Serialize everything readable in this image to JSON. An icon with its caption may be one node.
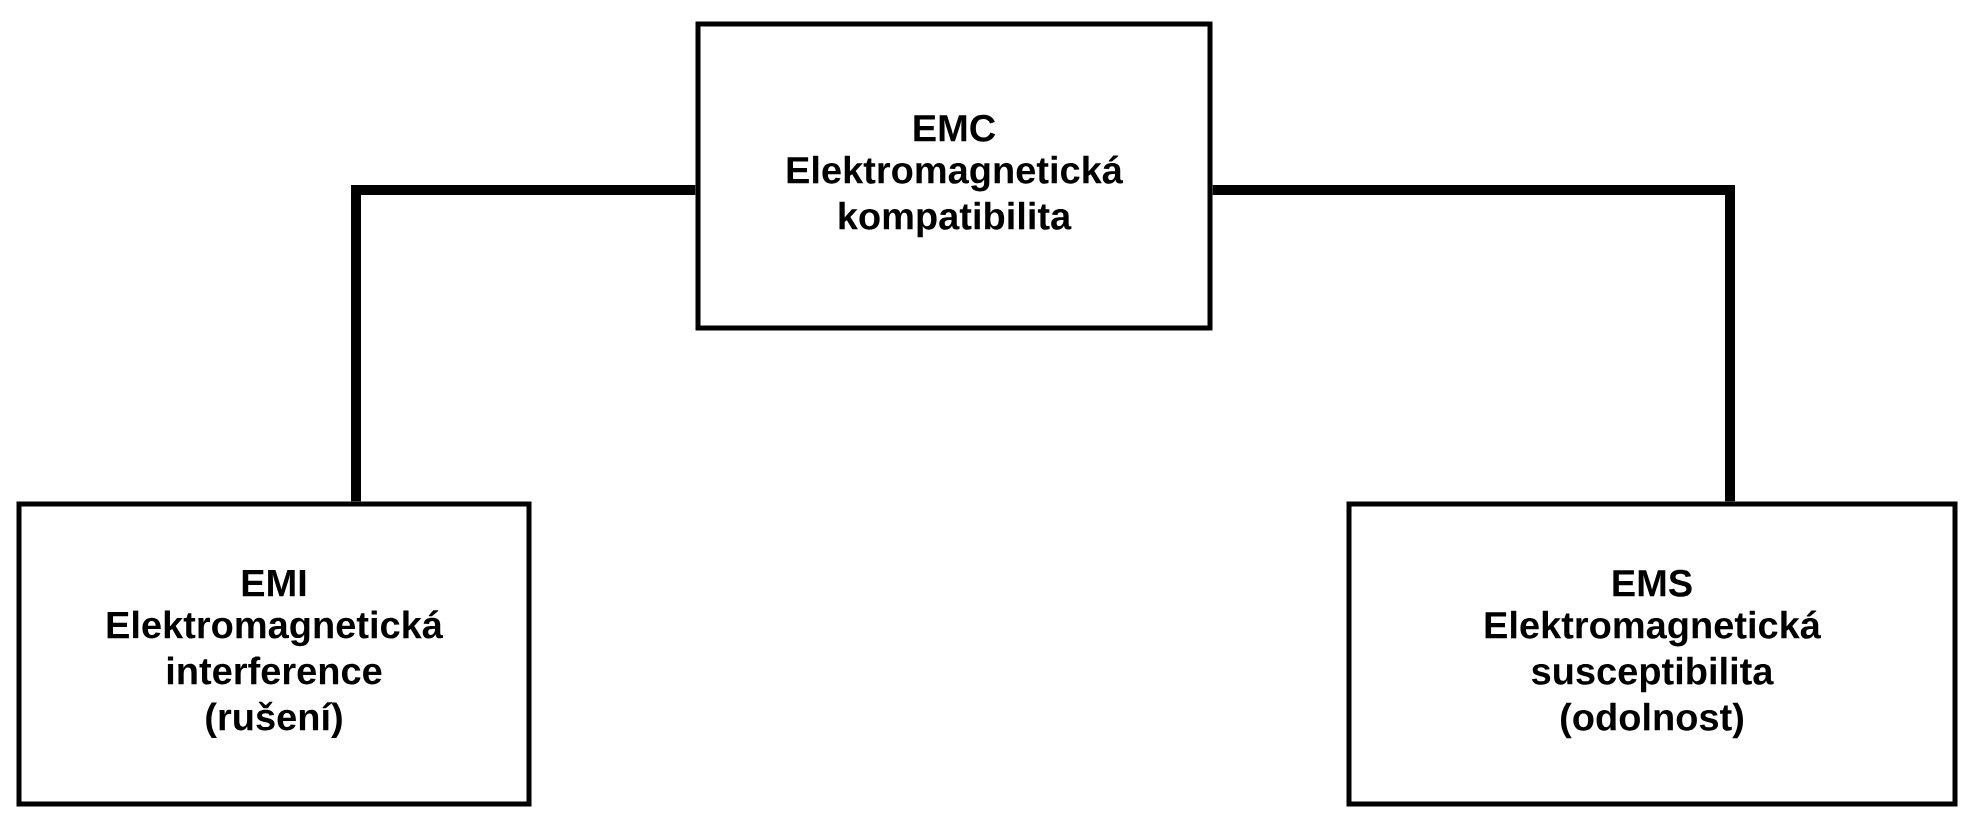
{
  "diagram": {
    "nodes": [
      {
        "text": [
          "EMC",
          "Elektromagnetická kompatibilita"
        ]
      },
      {
        "text": [
          "EMI",
          "Elektromagnetická interference (rušení)"
        ]
      },
      {
        "text": [
          "EMS",
          "Elektromagnetická susceptibilita (odolnost)"
        ]
      }
    ],
    "edges": [
      {
        "from": 0,
        "to": 1,
        "arrow": "none"
      },
      {
        "from": 0,
        "to": 2,
        "arrow": "none"
      }
    ]
  }
}
